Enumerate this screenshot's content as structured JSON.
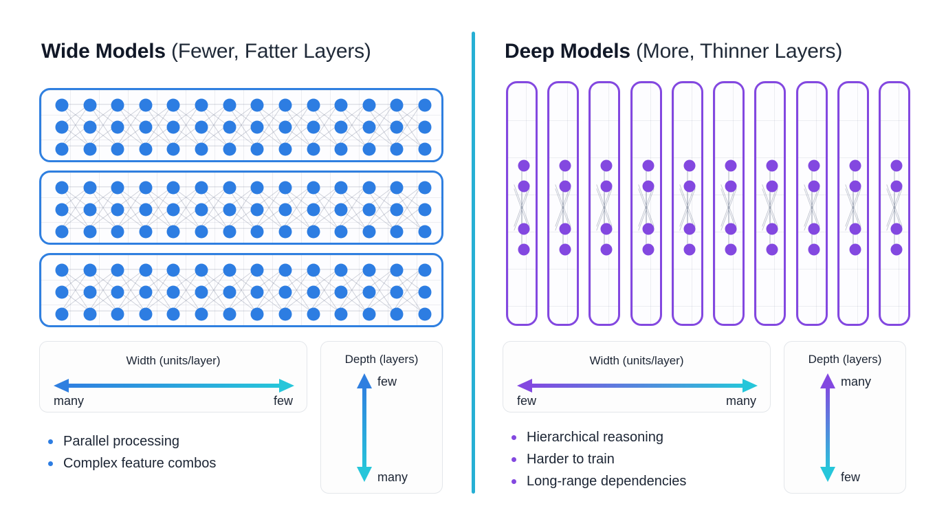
{
  "divider": {
    "color": "#26afd4"
  },
  "panels": [
    {
      "id": "wide",
      "title_strong": "Wide Models",
      "title_light": "(Fewer, Fatter Layers)",
      "accent": "#2d7de2",
      "diagram": {
        "type": "wide-layers",
        "layer_count": 3,
        "columns_per_layer": 14,
        "rows_per_layer": 3,
        "node_color": "#2d7de2",
        "box_border_color": "#2f7fe0"
      },
      "width_legend": {
        "caption": "Width (units/layer)",
        "left_label": "many",
        "right_label": "few",
        "gradient_from": "#2f7fe0",
        "gradient_to": "#26c6da",
        "arrow": "double-horizontal"
      },
      "depth_legend": {
        "caption": "Depth (layers)",
        "top_label": "few",
        "bottom_label": "many",
        "gradient_from": "#2f7fe0",
        "gradient_to": "#26c6da",
        "arrow": "double-vertical"
      },
      "bullets": [
        "Parallel processing",
        "Complex feature combos"
      ]
    },
    {
      "id": "deep",
      "title_strong": "Deep Models",
      "title_light": "(More, Thinner Layers)",
      "accent": "#8348e0",
      "diagram": {
        "type": "deep-layers",
        "layer_count": 10,
        "nodes_per_layer": 4,
        "node_color": "#8348e0",
        "box_border_color": "#8348e0"
      },
      "width_legend": {
        "caption": "Width (units/layer)",
        "left_label": "few",
        "right_label": "many",
        "gradient_from": "#8348e0",
        "gradient_to": "#26c6da",
        "arrow": "double-horizontal"
      },
      "depth_legend": {
        "caption": "Depth (layers)",
        "top_label": "many",
        "bottom_label": "few",
        "gradient_from": "#8348e0",
        "gradient_to": "#26c6da",
        "arrow": "double-vertical"
      },
      "bullets": [
        "Hierarchical reasoning",
        "Harder to train",
        "Long-range dependencies"
      ]
    }
  ]
}
